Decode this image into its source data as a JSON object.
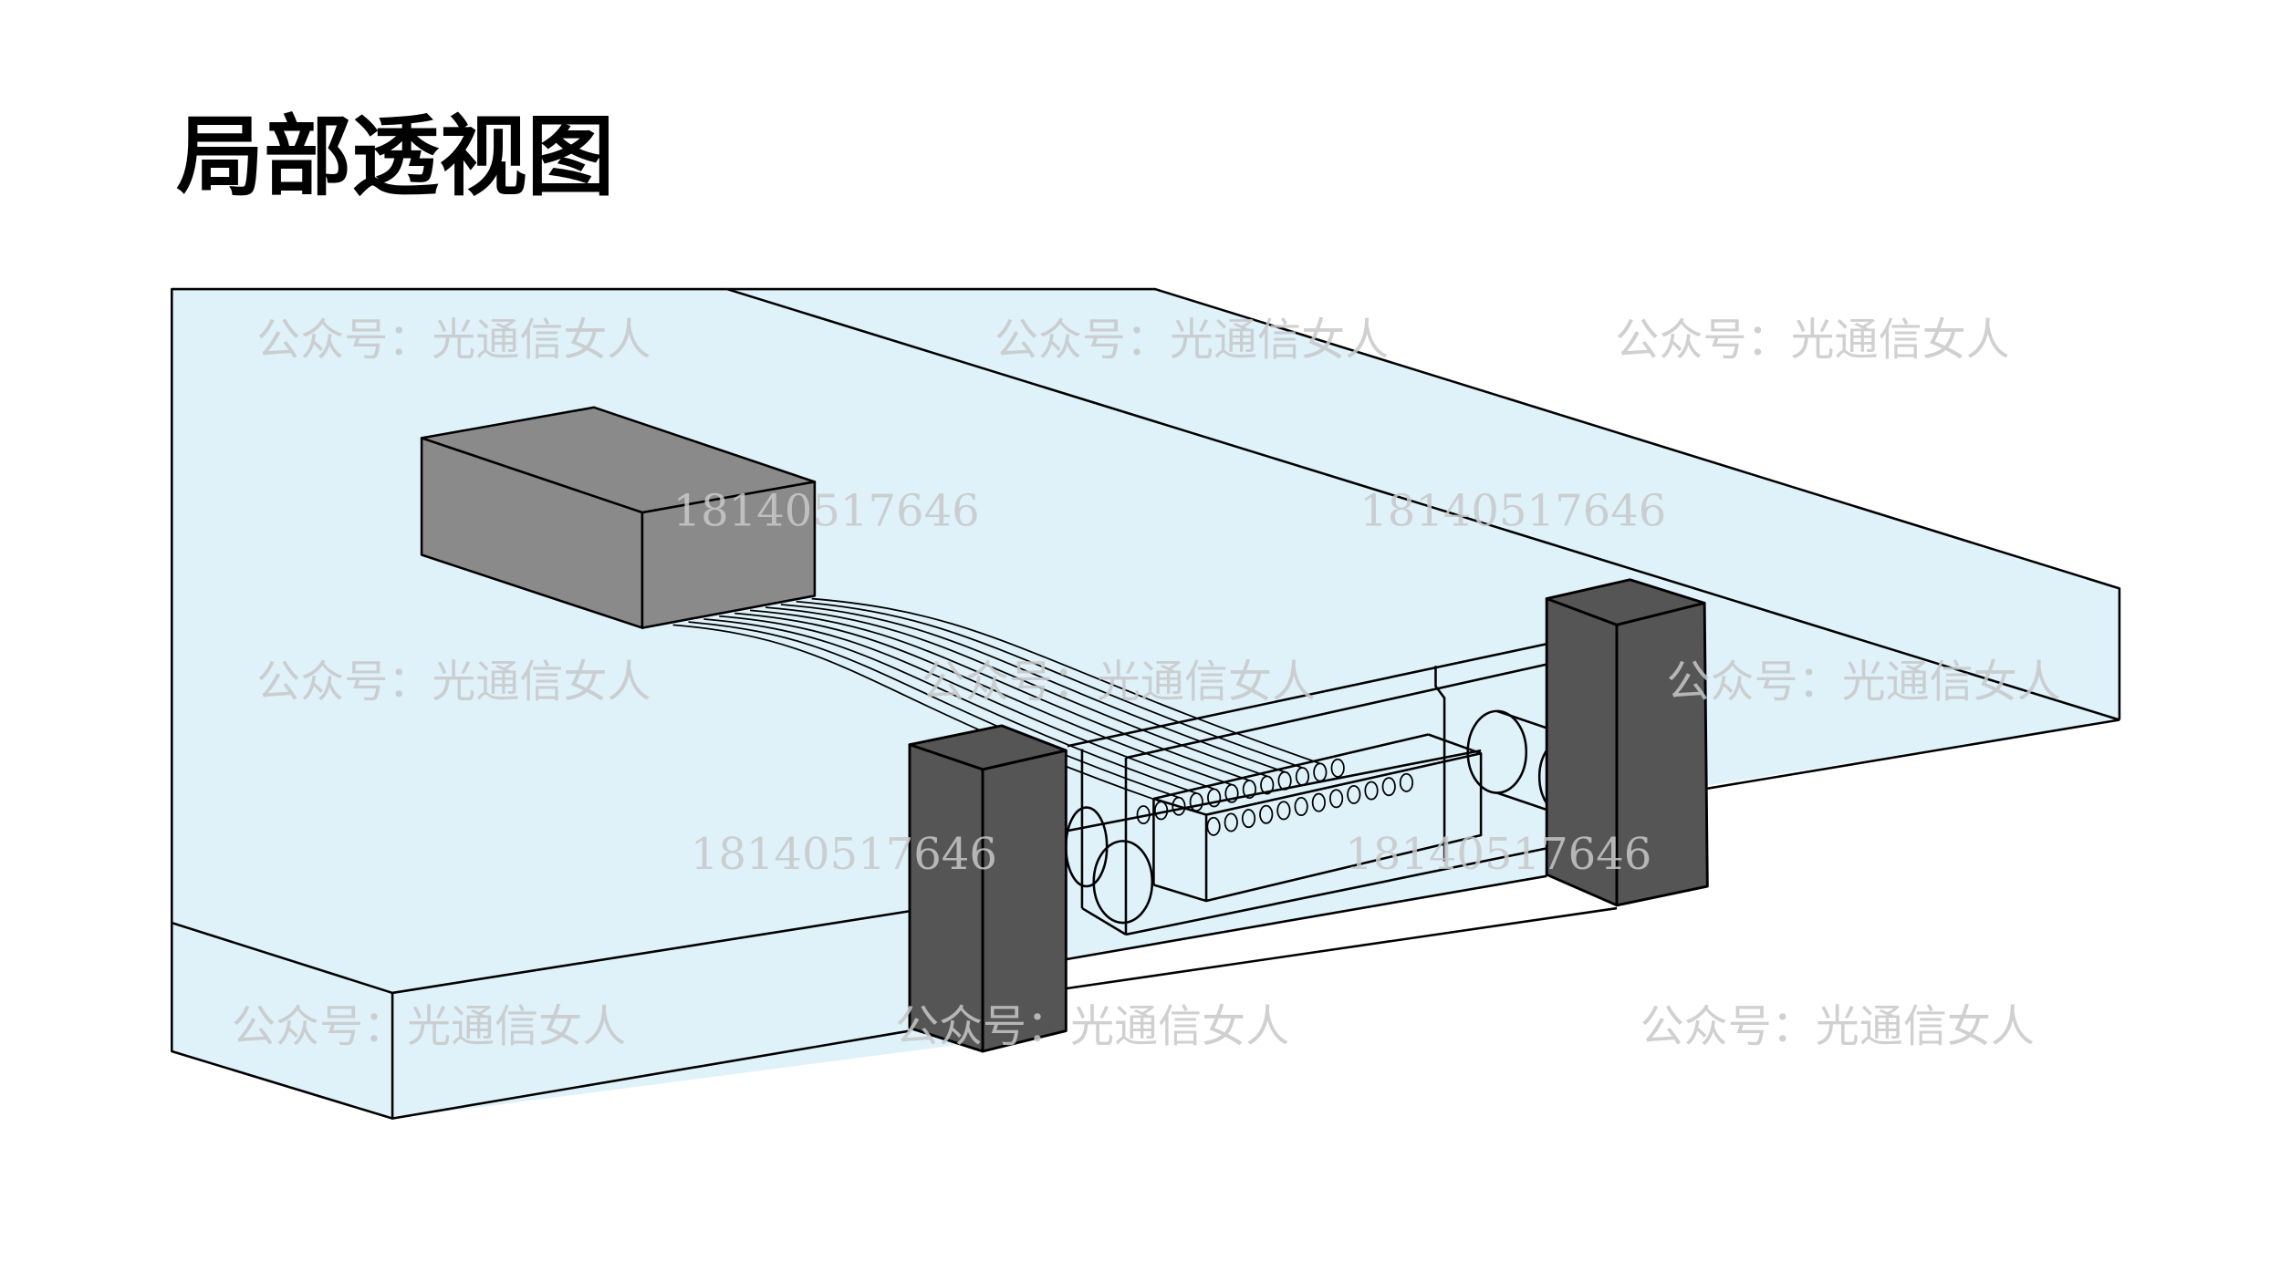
{
  "title": "局部透视图",
  "watermarks": {
    "account": "公众号：光通信女人",
    "phone": "18140517646"
  },
  "colors": {
    "board": "#dff2fa",
    "box": "#8a8a8a",
    "pillar": "#555555"
  }
}
